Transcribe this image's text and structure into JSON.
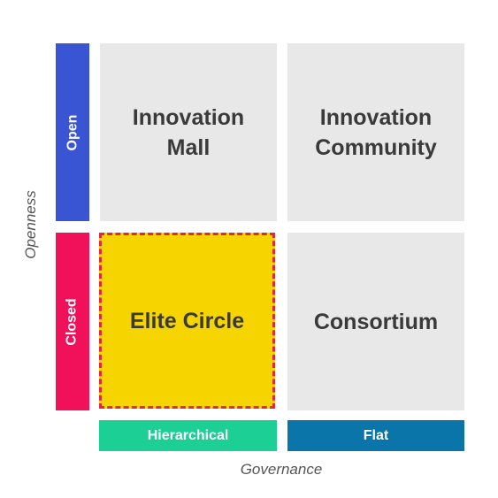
{
  "quadrants": {
    "top_left": "Innovation\nMall",
    "top_right": "Innovation\nCommunity",
    "bottom_left": "Elite Circle",
    "bottom_right": "Consortium"
  },
  "y_axis": {
    "title": "Openness",
    "levels": [
      "Open",
      "Closed"
    ]
  },
  "x_axis": {
    "title": "Governance",
    "levels": [
      "Hierarchical",
      "Flat"
    ]
  },
  "colors": {
    "open": "#3a55d4",
    "closed": "#f0115a",
    "hierarchical": "#1ccf95",
    "flat": "#0a75a8",
    "quadrant": "#e8e8e8",
    "highlight_fill": "#f5d400",
    "highlight_border": "#e02a3c"
  }
}
